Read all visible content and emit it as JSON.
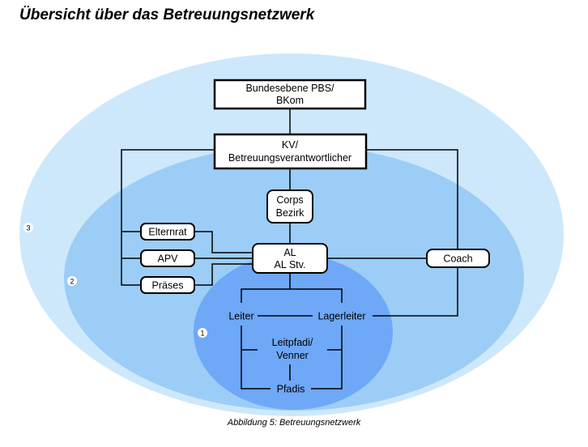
{
  "title": "Übersicht über das Betreuungsnetzwerk",
  "caption": "Abbildung 5: Betreuungsnetzwerk",
  "colors": {
    "zone_outer": "#cde8fb",
    "zone_middle": "#9ccdf6",
    "zone_inner": "#6ea8f7",
    "box_fill": "#ffffff",
    "line": "#000000"
  },
  "zones": [
    {
      "label": "3"
    },
    {
      "label": "2"
    },
    {
      "label": "1"
    }
  ],
  "nodes": {
    "bundesebene": {
      "lines": [
        "Bundesebene PBS/",
        "BKom"
      ]
    },
    "kv": {
      "lines": [
        "KV/",
        "Betreuungsverantwortlicher"
      ]
    },
    "corps": {
      "lines": [
        "Corps",
        "Bezirk"
      ]
    },
    "al": {
      "lines": [
        "AL",
        "AL Stv."
      ]
    },
    "elternrat": {
      "lines": [
        "Elternrat"
      ]
    },
    "apv": {
      "lines": [
        "APV"
      ]
    },
    "praeses": {
      "lines": [
        "Präses"
      ]
    },
    "coach": {
      "lines": [
        "Coach"
      ]
    },
    "leiter": {
      "lines": [
        "Leiter"
      ]
    },
    "lagerleiter": {
      "lines": [
        "Lagerleiter"
      ]
    },
    "leitpfadi": {
      "lines": [
        "Leitpfadi/",
        "Venner"
      ]
    },
    "pfadis": {
      "lines": [
        "Pfadis"
      ]
    }
  }
}
